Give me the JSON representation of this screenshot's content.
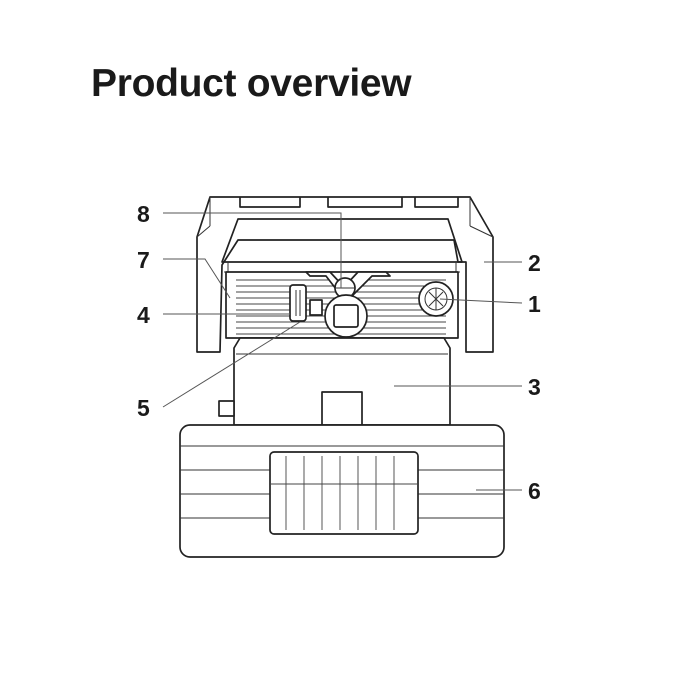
{
  "page": {
    "title": "Product overview"
  },
  "callouts": [
    {
      "number": "1",
      "side": "right"
    },
    {
      "number": "2",
      "side": "right"
    },
    {
      "number": "3",
      "side": "right"
    },
    {
      "number": "4",
      "side": "left"
    },
    {
      "number": "5",
      "side": "left"
    },
    {
      "number": "6",
      "side": "right"
    },
    {
      "number": "7",
      "side": "left"
    },
    {
      "number": "8",
      "side": "left"
    }
  ]
}
